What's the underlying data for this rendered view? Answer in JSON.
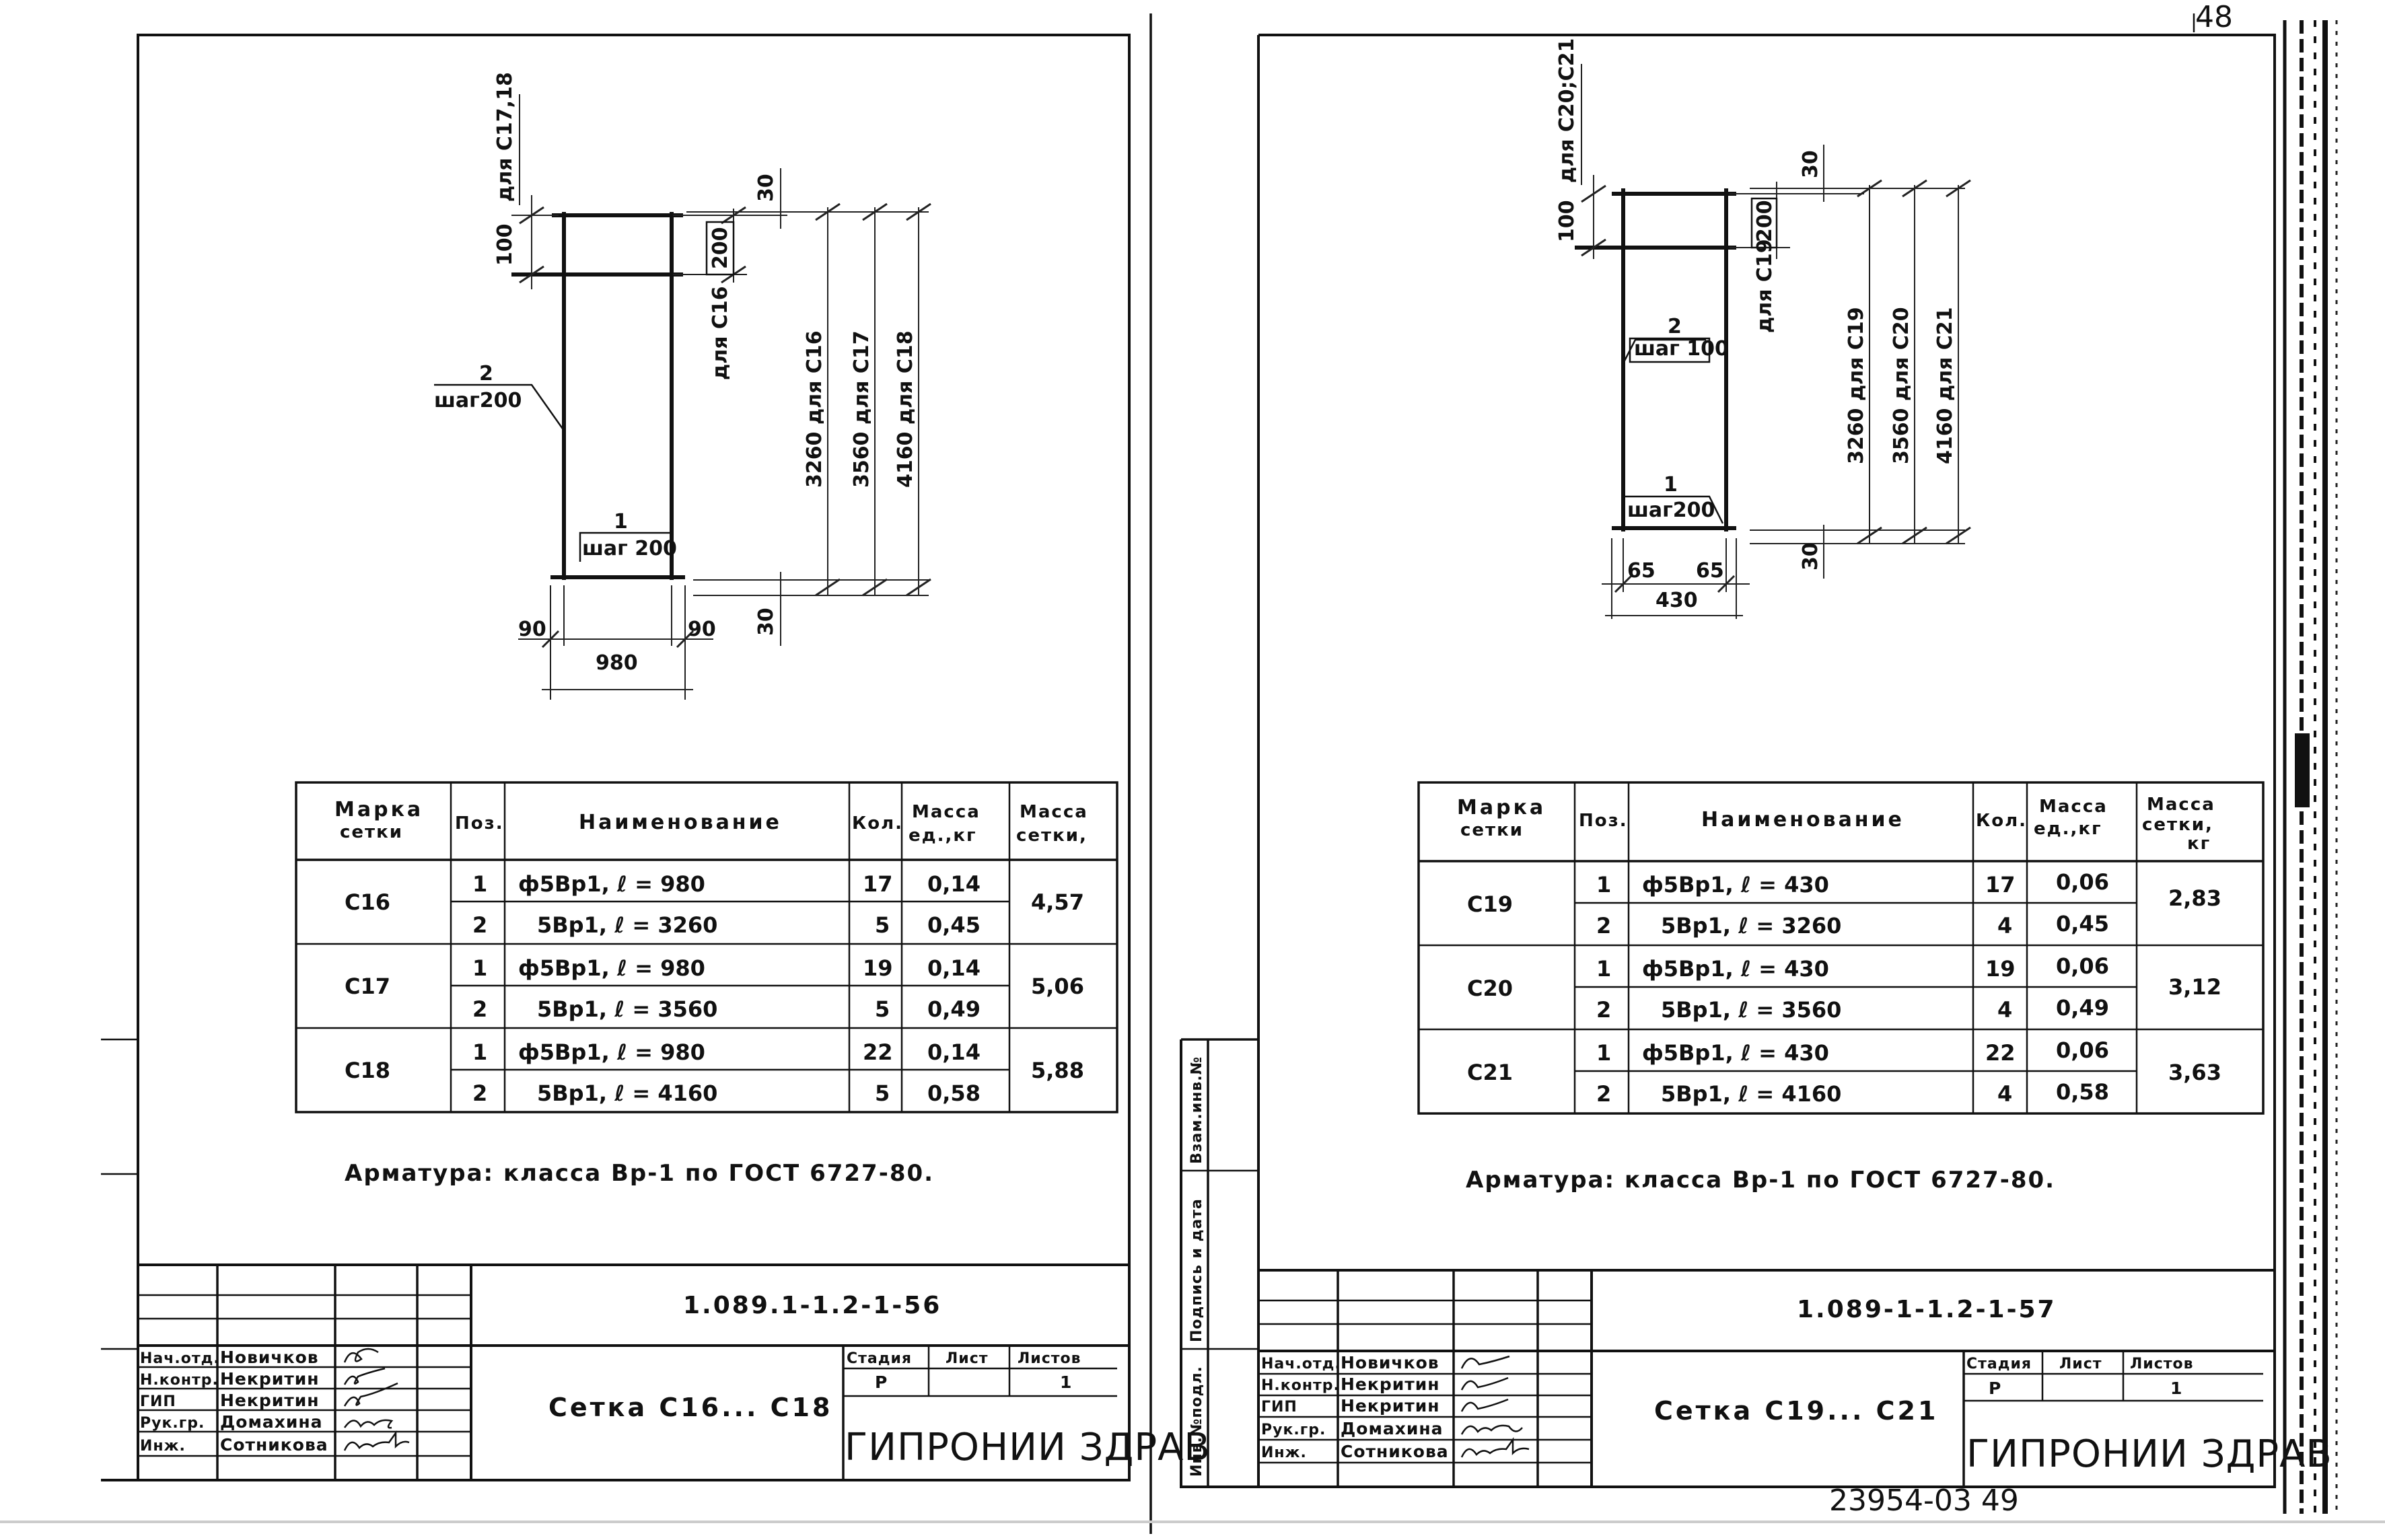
{
  "shared": {
    "col_headers": {
      "mark": [
        "Марка",
        "сетки"
      ],
      "pos": "Поз.",
      "name": "Наименование",
      "qty": "Кол.",
      "unit_mass": [
        "Масса",
        "ед.,кг"
      ],
      "net_mass": [
        "Масса",
        "сетки,",
        "кг"
      ]
    },
    "stamp_roles": [
      "Нач.отд.",
      "Н.контр.",
      "ГИП",
      "Рук.гр.",
      "Инж."
    ],
    "stamp_names": [
      "Новичков",
      "Некритин",
      "Некритин",
      "Домахина",
      "Сотникова"
    ],
    "stamp_stage_header": "Стадия",
    "stamp_sheet_header": "Лист",
    "stamp_sheets_header": "Листов",
    "stamp_stage_value": "Р",
    "stamp_sheets_value": "1",
    "org": "ГИПРОНИИ ЗДРАВ",
    "side_labels": [
      "Инв.№подл.",
      "Подпись и дата",
      "Взам.инв.№"
    ]
  },
  "left": {
    "drawing": {
      "top_gap": "100",
      "top_gap_note": "для С17,18",
      "inner_gap": "200",
      "inner_gap_note": "для С16",
      "top_offset": "30",
      "bottom_offset": "30",
      "len_1": "3260 для С16",
      "len_2": "3560 для С17",
      "len_3": "4160 для С18",
      "pos2_num": "2",
      "pos2_step": "шаг200",
      "pos1_num": "1",
      "pos1_step": "шаг 200",
      "overhang_left": "90",
      "overhang_right": "90",
      "width": "980"
    },
    "table": [
      {
        "mark": "С16",
        "net_mass": "4,57",
        "rows": [
          {
            "pos": "1",
            "name": "ф5Вр1,  ℓ =  980",
            "qty": "17",
            "unit_mass": "0,14"
          },
          {
            "pos": "2",
            "name": "5Вр1,  ℓ = 3260",
            "qty": "5",
            "unit_mass": "0,45"
          }
        ]
      },
      {
        "mark": "С17",
        "net_mass": "5,06",
        "rows": [
          {
            "pos": "1",
            "name": "ф5Вр1,  ℓ =  980",
            "qty": "19",
            "unit_mass": "0,14"
          },
          {
            "pos": "2",
            "name": "5Вр1,  ℓ = 3560",
            "qty": "5",
            "unit_mass": "0,49"
          }
        ]
      },
      {
        "mark": "С18",
        "net_mass": "5,88",
        "rows": [
          {
            "pos": "1",
            "name": "ф5Вр1,  ℓ =  980",
            "qty": "22",
            "unit_mass": "0,14"
          },
          {
            "pos": "2",
            "name": "5Вр1,  ℓ = 4160",
            "qty": "5",
            "unit_mass": "0,58"
          }
        ]
      }
    ],
    "note": "Арматура: класса Вр-1 по ГОСТ 6727-80.",
    "code": "1.089.1-1.2-1-56",
    "title": "Сетка С16... С18",
    "sheet": ""
  },
  "right": {
    "drawing": {
      "top_gap": "100",
      "top_gap_note": "для С20;С21",
      "inner_gap": "200",
      "inner_gap_note": "для С19",
      "top_offset": "30",
      "bottom_offset": "30",
      "len_1": "3260 для С19",
      "len_2": "3560 для С20",
      "len_3": "4160 для С21",
      "pos2_num": "2",
      "pos2_step": "шаг 100",
      "pos1_num": "1",
      "pos1_step": "шаг200",
      "overhang_left": "65",
      "overhang_right": "65",
      "width": "430"
    },
    "table": [
      {
        "mark": "С19",
        "net_mass": "2,83",
        "rows": [
          {
            "pos": "1",
            "name": "ф5Вр1,  ℓ =  430",
            "qty": "17",
            "unit_mass": "0,06"
          },
          {
            "pos": "2",
            "name": "5Вр1,  ℓ = 3260",
            "qty": "4",
            "unit_mass": "0,45"
          }
        ]
      },
      {
        "mark": "С20",
        "net_mass": "3,12",
        "rows": [
          {
            "pos": "1",
            "name": "ф5Вр1,  ℓ =  430",
            "qty": "19",
            "unit_mass": "0,06"
          },
          {
            "pos": "2",
            "name": "5Вр1,  ℓ = 3560",
            "qty": "4",
            "unit_mass": "0,49"
          }
        ]
      },
      {
        "mark": "С21",
        "net_mass": "3,63",
        "rows": [
          {
            "pos": "1",
            "name": "ф5Вр1,  ℓ =  430",
            "qty": "22",
            "unit_mass": "0,06"
          },
          {
            "pos": "2",
            "name": "5Вр1,  ℓ = 4160",
            "qty": "4",
            "unit_mass": "0,58"
          }
        ]
      }
    ],
    "note": "Арматура: класса Вр-1 по ГОСТ 6727-80.",
    "code": "1.089-1-1.2-1-57",
    "title": "Сетка С19... С21",
    "sheet": ""
  },
  "footer": {
    "archive_number": "23954-03  49",
    "corner_number": "48"
  }
}
